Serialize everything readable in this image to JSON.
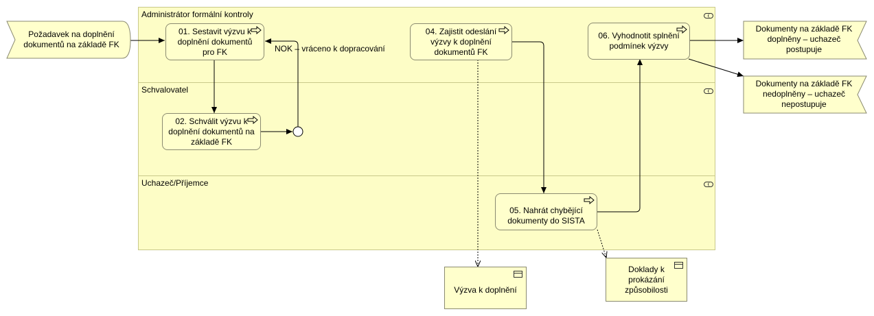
{
  "lanes": {
    "admin": "Administrátor formální kontroly",
    "approver": "Schvalovatel",
    "applicant": "Uchazeč/Příjemce"
  },
  "start_event": "Požadavek na doplnění dokumentů na základě FK",
  "tasks": {
    "t01": "01. Sestavit výzvu k doplnění dokumentů pro FK",
    "t02": "02. Schválit výzvu k doplnění dokumentů na základě FK",
    "t04": "04. Zajistit odeslání výzvy k doplnění dokumentů FK",
    "t05": "05. Nahrát chybějící dokumenty do SISTA",
    "t06": "06. Vyhodnotit splnění podmínek výzvy"
  },
  "flow_label_nok": "NOK – vráceno k dopracování",
  "end_events": {
    "ok": "Dokumenty na základě FK doplněny – uchazeč postupuje",
    "nok": "Dokumenty na základě FK nedoplněny – uchazeč nepostupuje"
  },
  "documents": {
    "vyzva": "Výzva k doplnění",
    "doklady": "Doklady k prokázání způsobilosti"
  }
}
